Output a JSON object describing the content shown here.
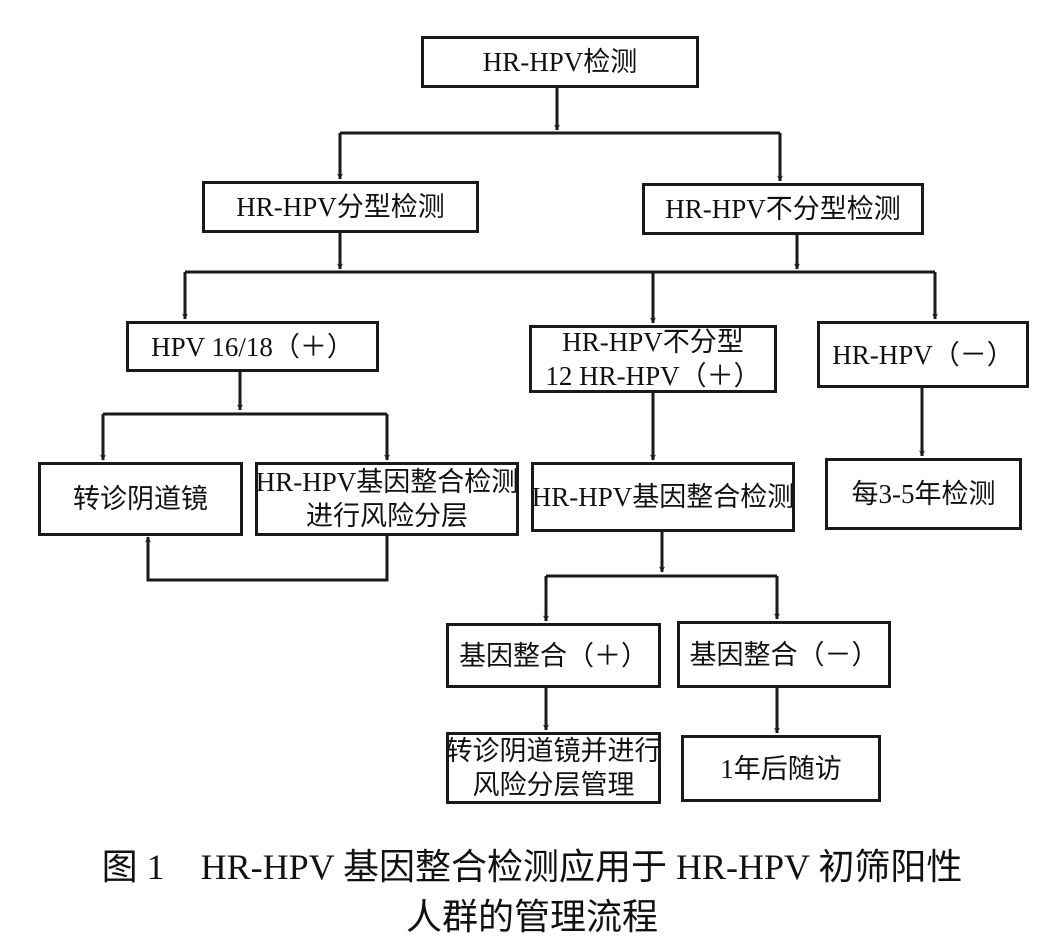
{
  "nodes": {
    "root": "HR-HPV检测",
    "typed": "HR-HPV分型检测",
    "untyped": "HR-HPV不分型检测",
    "hpv1618": "HPV 16/18（＋）",
    "untyped12": [
      "HR-HPV不分型",
      "12 HR-HPV（＋）"
    ],
    "negative": "HR-HPV（－）",
    "colpo": "转诊阴道镜",
    "integ_strat": [
      "HR-HPV基因整合检测",
      "进行风险分层"
    ],
    "integ_test": "HR-HPV基因整合检测",
    "every35": "每3-5年检测",
    "integ_pos": "基因整合（＋）",
    "integ_neg": "基因整合（－）",
    "colpo_strat": [
      "转诊阴道镜并进行",
      "风险分层管理"
    ],
    "followup": "1年后随访"
  },
  "caption": {
    "line1": "图 1　HR-HPV 基因整合检测应用于 HR-HPV 初筛阳性",
    "line2": "人群的管理流程"
  },
  "colors": {
    "stroke": "#1a1a1a",
    "text": "#111111"
  }
}
